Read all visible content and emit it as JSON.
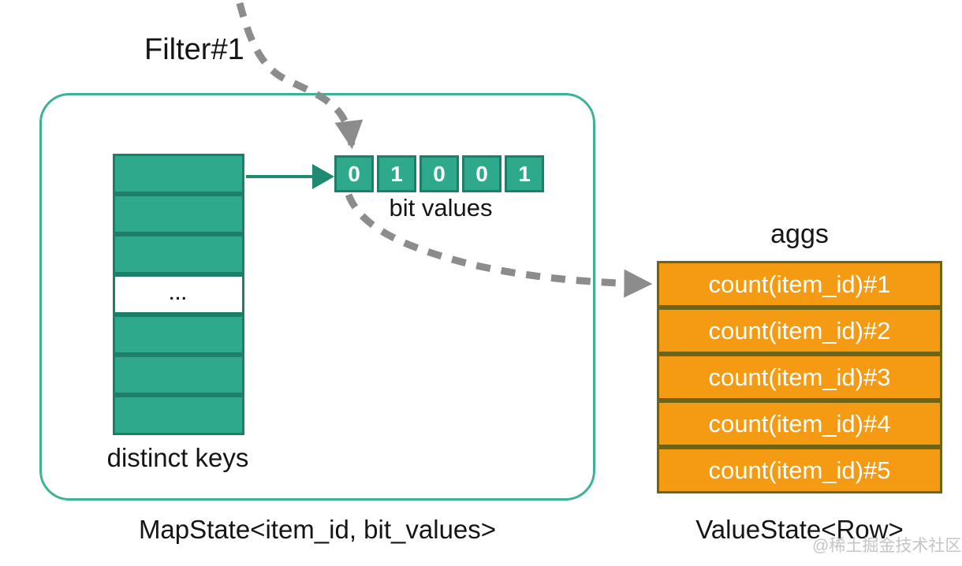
{
  "filter_label": "Filter#1",
  "map_state": {
    "distinct_keys_label": "distinct keys",
    "ellipsis_row": "...",
    "bit_cells": [
      "0",
      "1",
      "0",
      "0",
      "1"
    ],
    "bit_values_label": "bit values",
    "caption": "MapState<item_id, bit_values>"
  },
  "value_state": {
    "aggs_label": "aggs",
    "rows": [
      "count(item_id)#1",
      "count(item_id)#2",
      "count(item_id)#3",
      "count(item_id)#4",
      "count(item_id)#5"
    ],
    "caption": "ValueState<Row>"
  },
  "watermark": "@稀土掘金技术社区",
  "colors": {
    "teal_fill": "#2EA98C",
    "teal_cell_border": "#1F7E68",
    "teal_outline_box": "#3CB394",
    "teal_arrow": "#1F8A70",
    "orange_fill": "#F49B13",
    "olive_border": "#6C6419",
    "dashed_arrow_gray": "#8C8C8C",
    "text_black": "#151515",
    "watermark_gray": "#C5C5C5"
  }
}
